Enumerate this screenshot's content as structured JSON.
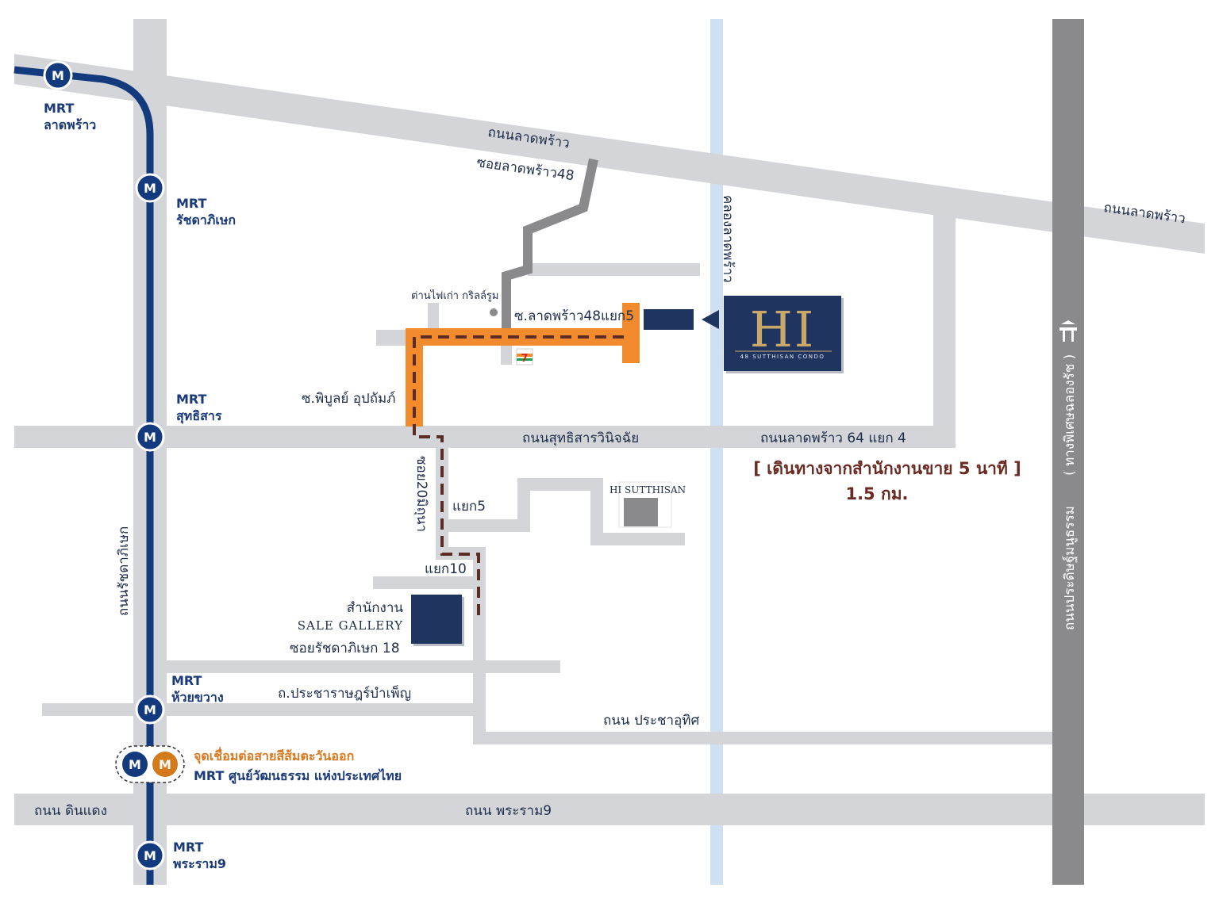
{
  "colors": {
    "road": "#d3d5d8",
    "mrt_line": "#123a7c",
    "canal": "#cfe0f3",
    "expressway": "#8a8a8d",
    "orange_route": "#f28a2e",
    "walk_route": "#5c2d25",
    "condo_navy": "#1f3560",
    "gold": "#c9a86a",
    "orange_station": "#d37a1c",
    "accent_text": "#6a2b22"
  },
  "stations": [
    {
      "id": "ladprao",
      "badge": "M",
      "name_line1": "MRT",
      "name_line2": "ลาดพร้าว"
    },
    {
      "id": "ratchada",
      "badge": "M",
      "name_line1": "MRT",
      "name_line2": "รัชดาภิเษก"
    },
    {
      "id": "sutthisan",
      "badge": "M",
      "name_line1": "MRT",
      "name_line2": "สุทธิสาร"
    },
    {
      "id": "huaykwang",
      "badge": "M",
      "name_line1": "MRT",
      "name_line2": "ห้วยขวาง"
    },
    {
      "id": "rama9",
      "badge": "M",
      "name_line1": "MRT",
      "name_line2": "พระราม9"
    }
  ],
  "interchange": {
    "badge_blue": "M",
    "badge_orange": "M",
    "line1": "จุดเชื่อมต่อสายสีส้มตะวันออก",
    "line2": "MRT ศูนย์วัฒนธรรม แห่งประเทศไทย"
  },
  "roads": {
    "ladprao_top": "ถนนลาดพร้าว",
    "ladprao_right": "ถนนลาดพร้าว",
    "soi_ladprao48": "ซอยลาดพร้าว48",
    "soi_48_5": "ซ.ลาดพร้าว48แยก5",
    "soi_phibun": "ซ.พิบูลย์ อุปถัมภ์",
    "sutthisan": "ถนนสุทธิสารวินิจฉัย",
    "ladprao64": "ถนนลาดพร้าว 64 แยก 4",
    "soi20": "ซอย20มิถุนา",
    "yaek5": "แยก5",
    "yaek10": "แยก10",
    "soi_ratchada18": "ซอยรัชดาภิเษก 18",
    "pracharat": "ถ.ประชาราษฎร์บำเพ็ญ",
    "prachautit": "ถนน ประชาอุทิศ",
    "dindaeng": "ถนน ดินแดง",
    "rama9": "ถนน พระราม9",
    "ratchada": "ถนนรัชดาภิเษก",
    "canal": "คลองลาดพร้าว",
    "expressway": "( ทางพิเศษฉลองรัช )",
    "vibhavadi": "ถนนประดิษฐ์มนูธรรม"
  },
  "landmarks": {
    "old_station_grill": "ต่านไฟเก่า กริลล์รูม",
    "seven_eleven": "7",
    "sale_office_line1": "สำนักงาน",
    "sale_office_line2": "SALE GALLERY",
    "hi_sutthisan": "HI SUTTHISAN"
  },
  "condo": {
    "logo": "HI",
    "tagline": "48 SUTTHISAN CONDO"
  },
  "travel_note": {
    "line1": "[ เดินทางจากสำนักงานขาย 5 นาที ]",
    "line2": "1.5 กม."
  },
  "icons": {
    "highway": "expressway-icon",
    "pointer": "pointer-triangle-icon",
    "poi": "poi-dot-icon"
  }
}
